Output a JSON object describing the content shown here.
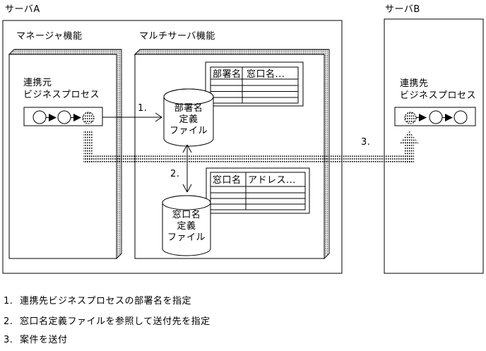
{
  "colors": {
    "line": "#000000",
    "background": "#ffffff"
  },
  "servers": {
    "a": {
      "label": "サーバA"
    },
    "b": {
      "label": "サーバB"
    }
  },
  "functions": {
    "manager": "マネージャ機能",
    "multiserver": "マルチサーバ機能"
  },
  "processes": {
    "source": {
      "line1": "連携元",
      "line2": "ビジネスプロセス"
    },
    "destination": {
      "line1": "連携先",
      "line2": "ビジネスプロセス"
    }
  },
  "files": {
    "department": {
      "line1": "部署名",
      "line2": "定義",
      "line3": "ファイル"
    },
    "window": {
      "line1": "窓口名",
      "line2": "定義",
      "line3": "ファイル"
    }
  },
  "tables": {
    "department": {
      "col1": "部署名",
      "col2": "窓口名..."
    },
    "window": {
      "col1": "窓口名",
      "col2": "アドレス..."
    }
  },
  "steps": {
    "s1": "1.",
    "s2": "2.",
    "s3": "3."
  },
  "notes": [
    {
      "num": "1.",
      "text": "連携先ビジネスプロセスの部署名を指定"
    },
    {
      "num": "2.",
      "text": "窓口名定義ファイルを参照して送付先を指定"
    },
    {
      "num": "3.",
      "text": "案件を送付"
    }
  ]
}
